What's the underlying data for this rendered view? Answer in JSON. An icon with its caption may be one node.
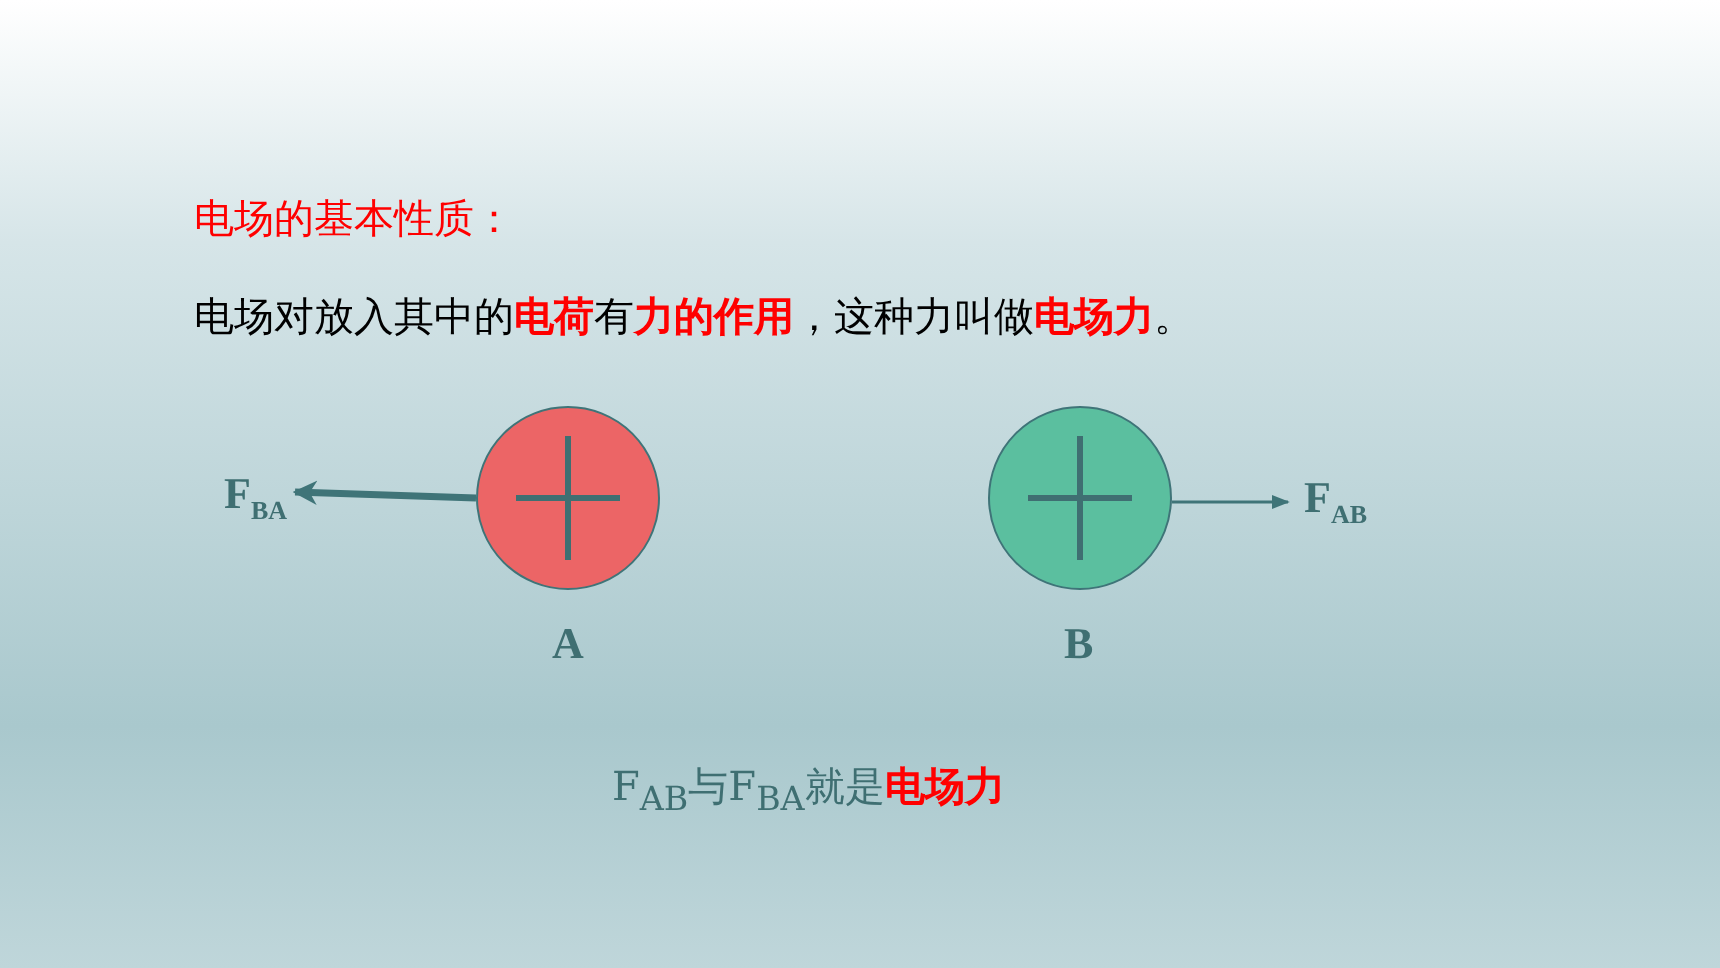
{
  "diagram": {
    "nodes": [
      {
        "text": [],
        "shape": "circle",
        "beside": [
          "A"
        ]
      },
      {
        "text": [],
        "shape": "circle",
        "beside": [
          "B"
        ]
      },
      {
        "text": [
          "F$_{BA}$"
        ]
      },
      {
        "text": [
          "F$_{AB}$"
        ]
      }
    ],
    "edges": [
      {
        "from": 0,
        "to": 2,
        "arrow": "to",
        "style": "thick"
      },
      {
        "from": 1,
        "to": 3,
        "arrow": "to"
      }
    ],
    "labels": [
      "电场的基本性质：",
      "电场对放入其中的**电荷**有**力的作用**，这种力叫做**电场力**。",
      "F$_{AB}$与F$_{BA}$就是**电场力**"
    ]
  }
}
